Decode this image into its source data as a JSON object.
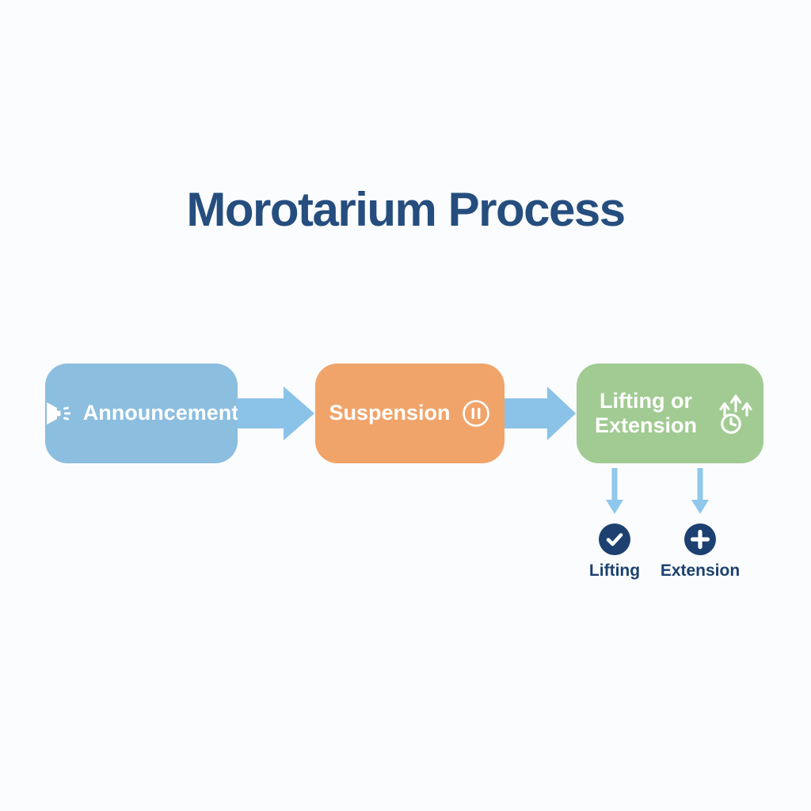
{
  "title": "Morotarium Process",
  "flow": {
    "steps": [
      {
        "id": "announcement",
        "label": "Announcement",
        "icon": "megaphone-icon",
        "color": "#8cbedf"
      },
      {
        "id": "suspension",
        "label": "Suspension",
        "icon": "pause-circle-icon",
        "color": "#f1a46a"
      },
      {
        "id": "lifting-or-extension",
        "label": "Lifting or Extension",
        "icon": "clock-up-arrows-icon",
        "color": "#a1cb92"
      }
    ]
  },
  "outcomes": [
    {
      "id": "lifting",
      "label": "Lifting",
      "icon": "check-icon",
      "color": "#1c4170"
    },
    {
      "id": "extension",
      "label": "Extension",
      "icon": "plus-icon",
      "color": "#1c4170"
    }
  ],
  "colors": {
    "background": "#fbfcfd",
    "title_text": "#254e7e",
    "step_text": "#ffffff",
    "connector_arrow": "#8ac2e8",
    "branch_arrow": "#8fc7ed",
    "outcome_circle": "#1c4170",
    "outcome_label_text": "#1c4170"
  }
}
